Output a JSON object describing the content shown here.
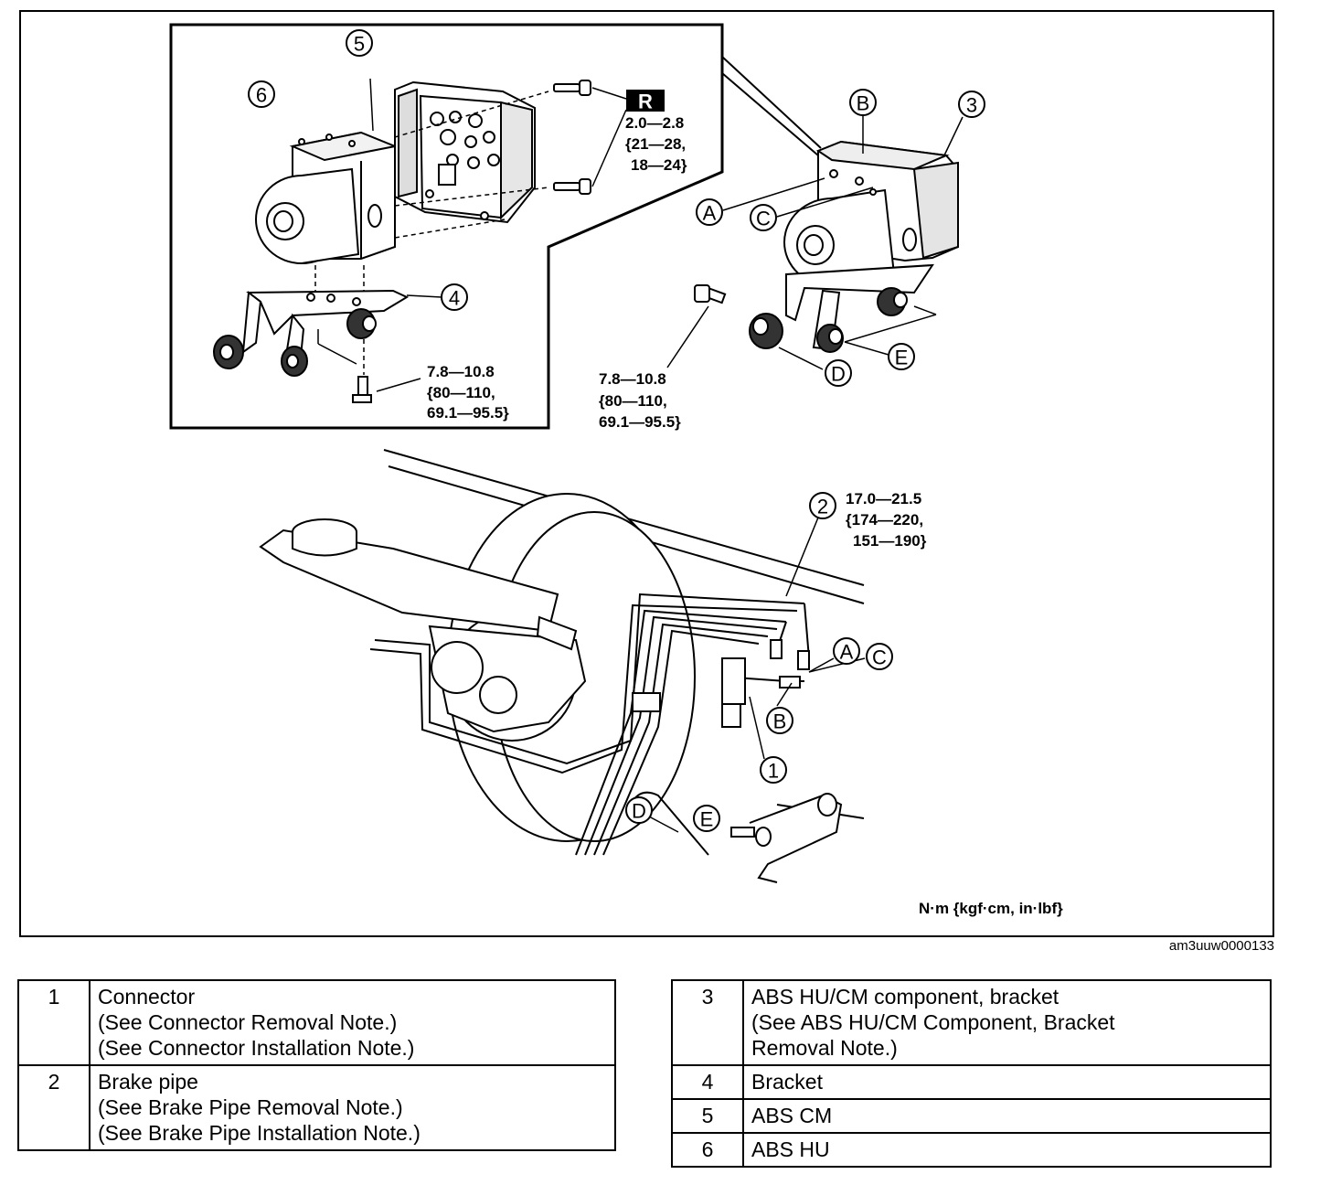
{
  "diagram": {
    "callouts": {
      "n1": "1",
      "n2": "2",
      "n3": "3",
      "n4": "4",
      "n5": "5",
      "n6": "6",
      "a": "A",
      "b": "B",
      "c": "C",
      "d": "D",
      "e": "E",
      "a2": "A",
      "b2": "B",
      "c2": "C",
      "d2": "D",
      "e2": "E",
      "r": "R"
    },
    "torque_r": [
      "2.0—2.8",
      "{21—28,",
      "18—24}"
    ],
    "torque_inset_bolt": [
      "7.8—10.8",
      "{80—110,",
      "69.1—95.5}"
    ],
    "torque_main_bolt": [
      "7.8—10.8",
      "{80—110,",
      "69.1—95.5}"
    ],
    "torque_pipe": [
      "17.0—21.5",
      "{174—220,",
      "151—190}"
    ],
    "units": "N·m {kgf·cm, in·lbf}"
  },
  "figure_id": "am3uuw0000133",
  "parts_left": [
    {
      "num": "1",
      "lines": [
        "Connector",
        "(See Connector Removal Note.)",
        "(See Connector Installation Note.)"
      ]
    },
    {
      "num": "2",
      "lines": [
        "Brake pipe",
        "(See Brake Pipe Removal Note.)",
        "(See Brake Pipe Installation Note.)"
      ]
    }
  ],
  "parts_right": [
    {
      "num": "3",
      "lines": [
        "ABS HU/CM component, bracket",
        "(See ABS HU/CM Component, Bracket",
        "Removal Note.)"
      ]
    },
    {
      "num": "4",
      "lines": [
        "Bracket"
      ]
    },
    {
      "num": "5",
      "lines": [
        "ABS CM"
      ]
    },
    {
      "num": "6",
      "lines": [
        "ABS HU"
      ]
    }
  ]
}
